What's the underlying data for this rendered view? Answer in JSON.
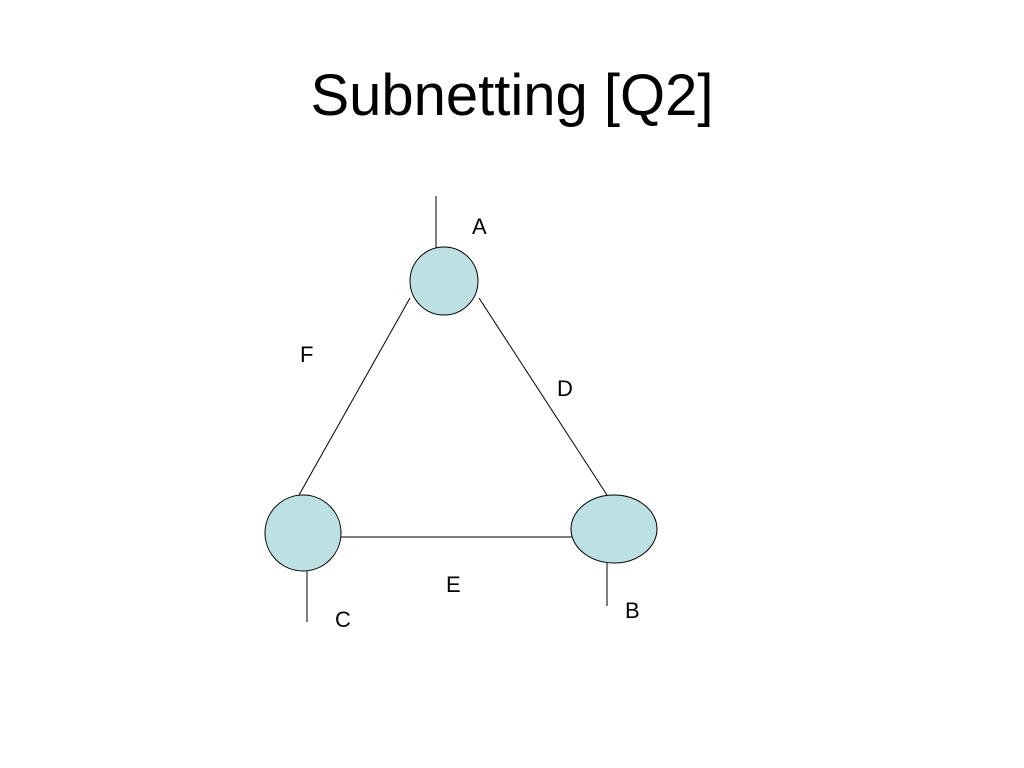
{
  "slide": {
    "title": "Subnetting [Q2]"
  },
  "diagram": {
    "node_fill": "#BDE0E3",
    "line_color": "#000000",
    "labels": {
      "a": "A",
      "b": "B",
      "c": "C",
      "d": "D",
      "e": "E",
      "f": "F"
    }
  }
}
